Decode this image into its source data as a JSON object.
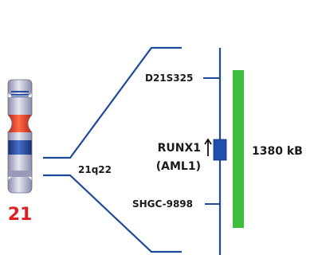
{
  "chromosome": {
    "number": "21",
    "band": "21q22"
  },
  "markers": {
    "top": "D21S325",
    "bottom": "SHGC-9898"
  },
  "gene": {
    "name": "RUNX1",
    "alias": "(AML1)",
    "orientation": "up-arrow-icon"
  },
  "probe": {
    "size_label": "1380 kB"
  },
  "colors": {
    "line": "#1e4a9a",
    "gene_box": "#1f4fb0",
    "probe_bar": "#3cbf3c",
    "chromosome_number": "#e02020",
    "centromere": "#e0402a",
    "band_blue": "#2a4fa0"
  }
}
